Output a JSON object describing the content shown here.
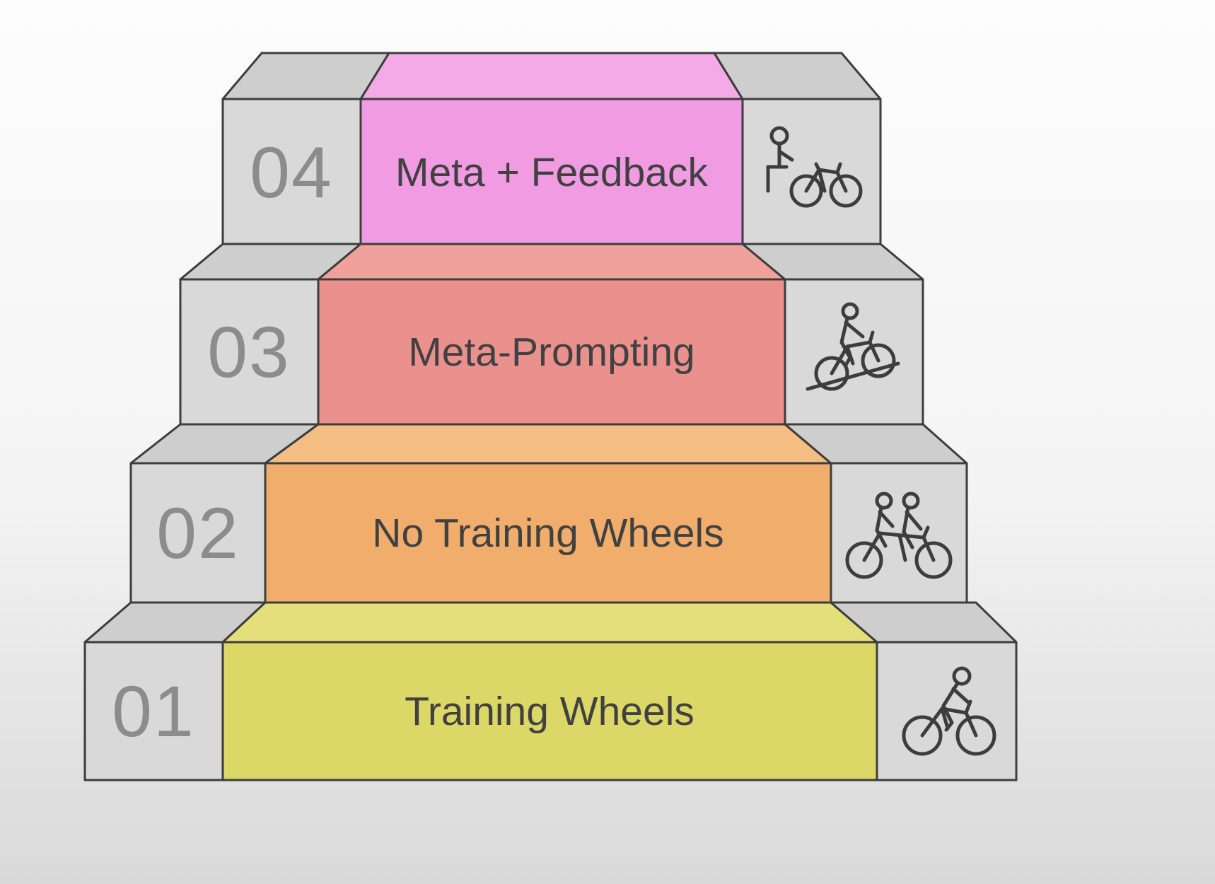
{
  "diagram": {
    "steps": [
      {
        "number": "01",
        "label": "Training Wheels",
        "icon": "cyclist-icon",
        "colors": {
          "front": "#dcd868",
          "top": "#e3df7a"
        }
      },
      {
        "number": "02",
        "label": "No Training Wheels",
        "icon": "tandem-bike-icon",
        "colors": {
          "front": "#f0ad6c",
          "top": "#f4bd82"
        }
      },
      {
        "number": "03",
        "label": "Meta-Prompting",
        "icon": "cyclist-uphill-icon",
        "colors": {
          "front": "#eb918d",
          "top": "#f0a19c"
        }
      },
      {
        "number": "04",
        "label": "Meta + Feedback",
        "icon": "person-with-bike-icon",
        "colors": {
          "front": "#f09be2",
          "top": "#f3aae7"
        }
      }
    ],
    "block_colors": {
      "gray_front": "#d9d9d9",
      "gray_top": "#cecece",
      "outline": "#3d3d3d"
    },
    "text_colors": {
      "number": "#8c8c8c",
      "label": "#414141"
    }
  }
}
